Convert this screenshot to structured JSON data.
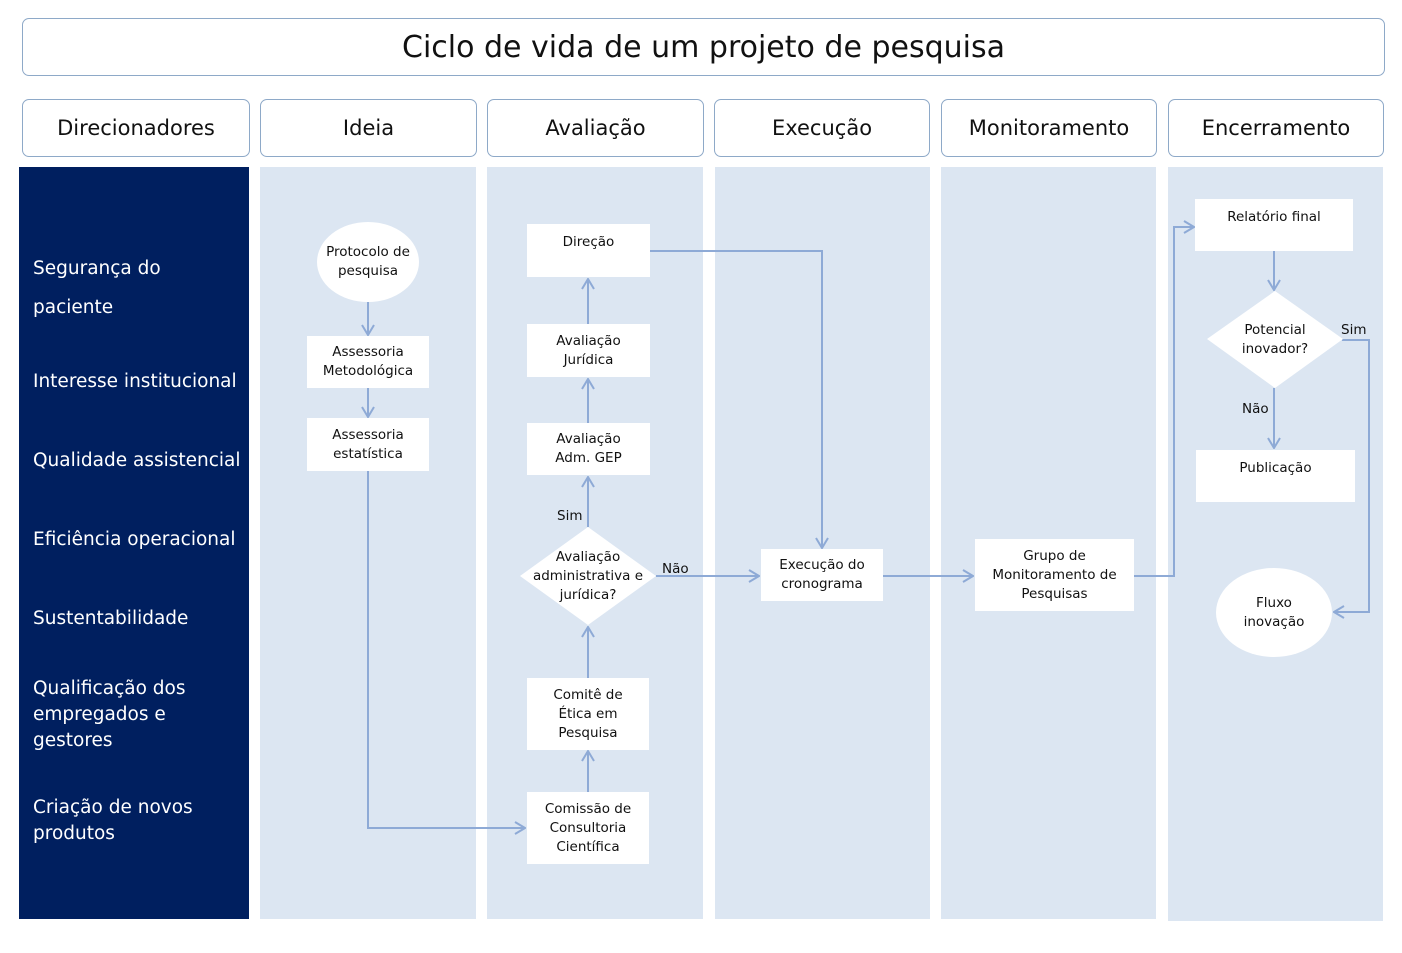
{
  "title": "Ciclo de vida de um projeto de pesquisa",
  "columns": [
    "Direcionadores",
    "Ideia",
    "Avaliação",
    "Execução",
    "Monitoramento",
    "Encerramento"
  ],
  "drivers": [
    "Segurança do\npaciente",
    "Interesse institucional",
    "Qualidade assistencial",
    "Eficiência operacional",
    "Sustentabilidade",
    "Qualificação dos\nempregados e\ngestores",
    "Criação de novos\nprodutos"
  ],
  "nodes": {
    "protocolo": "Protocolo de\npesquisa",
    "metodologica": "Assessoria\nMetodológica",
    "estatistica": "Assessoria\nestatística",
    "direcao": "Direção",
    "juridica": "Avaliação\nJurídica",
    "adm_gep": "Avaliação\nAdm. GEP",
    "decisao_adm": "Avaliação\nadministrativa e\njurídica?",
    "comite": "Comitê de\nÉtica em\nPesquisa",
    "comissao": "Comissão de\nConsultoria\nCientífica",
    "execucao": "Execução do\ncronograma",
    "grupo": "Grupo de\nMonitoramento de\nPesquisas",
    "relatorio": "Relatório final",
    "potencial": "Potencial\ninovador?",
    "publicacao": "Publicação",
    "fluxo": "Fluxo\ninovação"
  },
  "edge_labels": {
    "sim_1": "Sim",
    "nao_1": "Não",
    "sim_2": "Sim",
    "nao_2": "Não"
  },
  "colors": {
    "lane": "#dce6f2",
    "navy": "#001f5f",
    "arrow": "#8eaad6"
  }
}
